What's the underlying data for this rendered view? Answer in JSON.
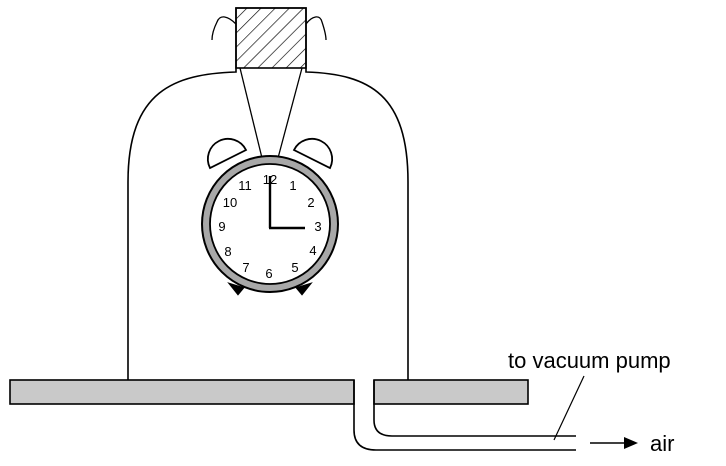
{
  "labels": {
    "pump": "to vacuum pump",
    "air": "air"
  },
  "clock": {
    "numbers": [
      "12",
      "1",
      "2",
      "3",
      "4",
      "5",
      "6",
      "7",
      "8",
      "9",
      "10",
      "11"
    ],
    "time_shown": "3:00"
  },
  "colors": {
    "line": "#000000",
    "base_fill": "#c9c9c9",
    "clock_rim": "#a8a8a8",
    "background": "#ffffff"
  }
}
